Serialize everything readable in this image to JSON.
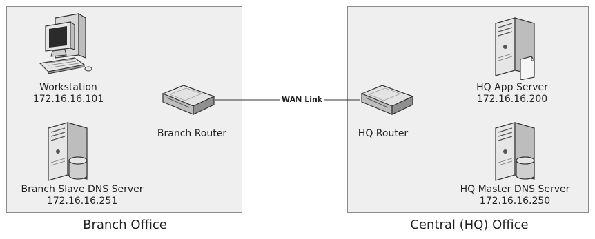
{
  "branch": {
    "title": "Branch Office",
    "workstation": {
      "name": "Workstation",
      "ip": "172.16.16.101"
    },
    "router": {
      "name": "Branch Router"
    },
    "dns_server": {
      "name": "Branch Slave DNS Server",
      "ip": "172.16.16.251"
    }
  },
  "wan": {
    "label": "WAN Link"
  },
  "hq": {
    "title": "Central (HQ) Office",
    "router": {
      "name": "HQ Router"
    },
    "app_server": {
      "name": "HQ App Server",
      "ip": "172.16.16.200"
    },
    "dns_server": {
      "name": "HQ Master DNS Server",
      "ip": "172.16.16.250"
    }
  },
  "icons": {
    "workstation": "workstation-icon",
    "router": "router-icon",
    "server": "server-icon",
    "database": "database-icon"
  }
}
